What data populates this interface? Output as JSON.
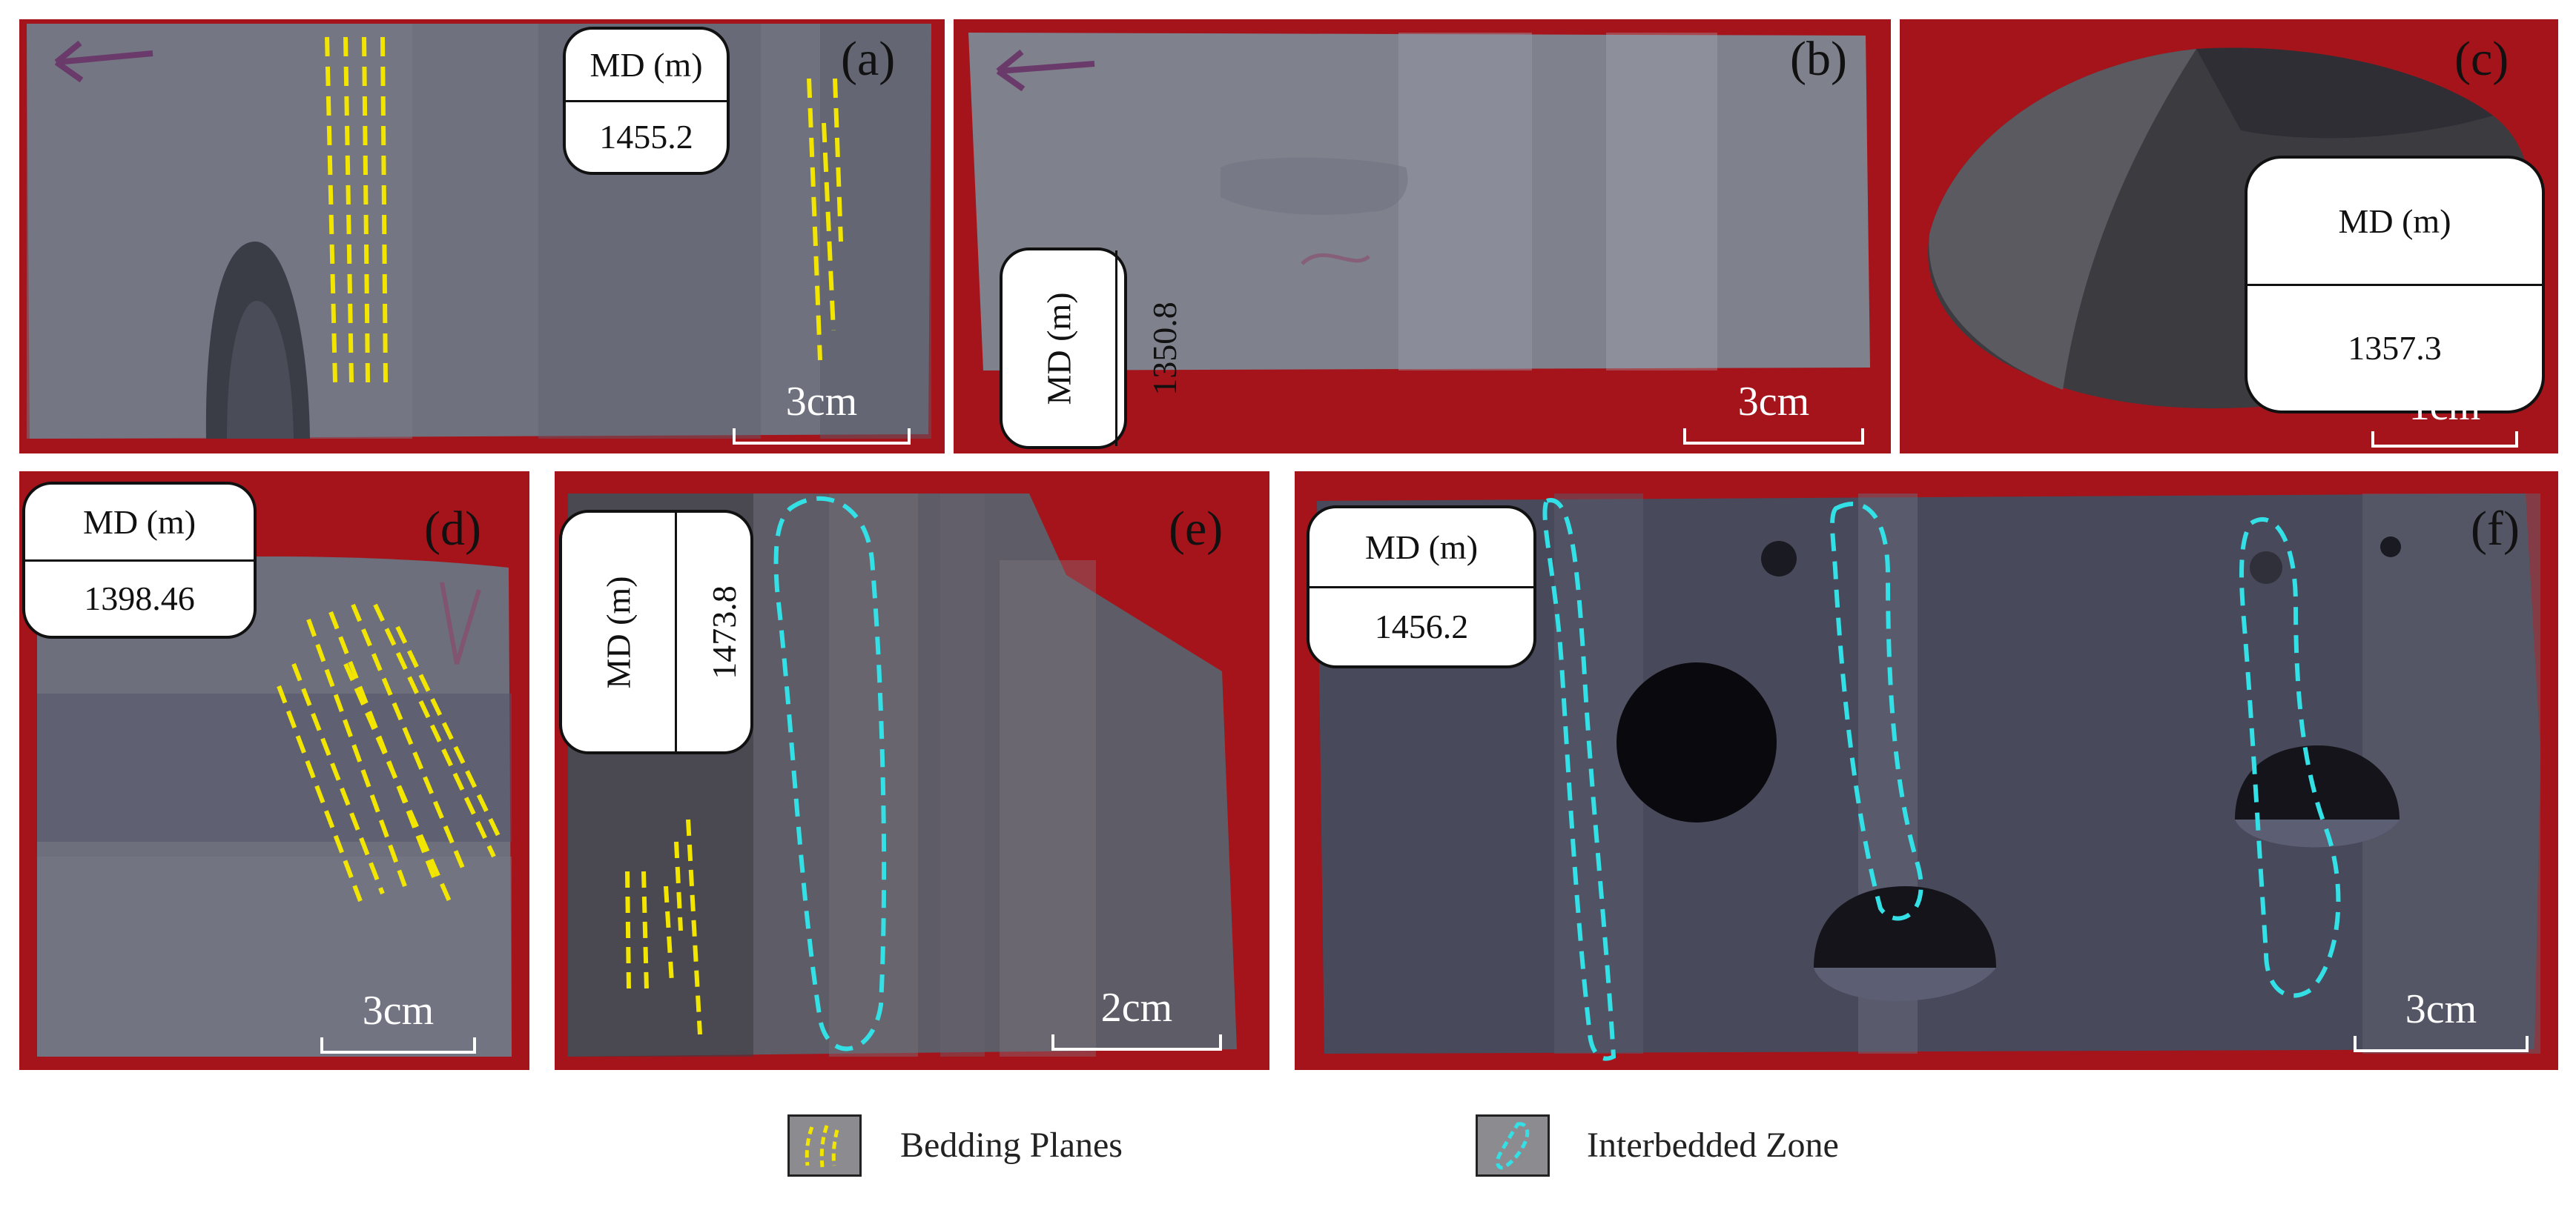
{
  "panels": [
    {
      "letter": "(a)",
      "md_label": "MD (m)",
      "md_value": "1455.2",
      "scale": "3cm"
    },
    {
      "letter": "(b)",
      "md_label": "MD (m)",
      "md_value": "1350.8",
      "scale": "3cm"
    },
    {
      "letter": "(c)",
      "md_label": "MD (m)",
      "md_value": "1357.3",
      "scale": "1cm"
    },
    {
      "letter": "(d)",
      "md_label": "MD (m)",
      "md_value": "1398.46",
      "scale": "3cm"
    },
    {
      "letter": "(e)",
      "md_label": "MD (m)",
      "md_value": "1473.8",
      "scale": "2cm"
    },
    {
      "letter": "(f)",
      "md_label": "MD (m)",
      "md_value": "1456.2",
      "scale": "3cm"
    }
  ],
  "legend": [
    {
      "label": "Bedding Planes",
      "icon": "yellow-dashed-lines-icon",
      "color": "#f2e600"
    },
    {
      "label": "Interbedded Zone",
      "icon": "cyan-dashed-loop-icon",
      "color": "#33e0e6"
    }
  ],
  "colors": {
    "background": "#a5141b",
    "core": "#6d6f7c",
    "bedding": "#f2e600",
    "zone": "#33e0e6"
  }
}
